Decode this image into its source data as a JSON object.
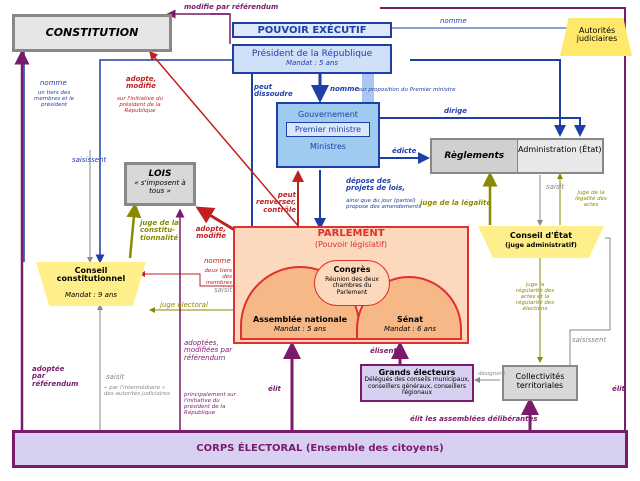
{
  "constitution": {
    "title": "CONSTITUTION"
  },
  "executive": {
    "title": "POUVOIR EXÉCUTIF",
    "president": "Président de la République",
    "president_mandate": "Mandat : 5 ans",
    "government": "Gouvernement",
    "prime_minister": "Premier ministre",
    "ministers": "Ministres"
  },
  "judicial": {
    "title": "Autorités judiciaires"
  },
  "reglements": {
    "left": "Règlements",
    "right": "Administration (État)"
  },
  "lois": {
    "title": "LOIS",
    "subtitle": "« s'imposent à tous »"
  },
  "conseil_constitutionnel": {
    "title": "Conseil constitutionnel",
    "mandate": "Mandat : 9 ans"
  },
  "conseil_etat": {
    "title": "Conseil d'État",
    "subtitle": "(juge administratif)"
  },
  "parliament": {
    "title": "PARLEMENT",
    "subtitle": "(Pouvoir législatif)",
    "congres_title": "Congrès",
    "congres_desc": "Réunion des deux chambres du Parlement",
    "an_title": "Assemblée nationale",
    "an_mandate": "Mandat : 5 ans",
    "senat_title": "Sénat",
    "senat_mandate": "Mandat : 6 ans"
  },
  "grands_electeurs": {
    "title": "Grands électeurs",
    "desc": "Délégués des conseils municipaux, conseillers généraux, conseillers régionaux"
  },
  "collectivites": {
    "title": "Collectivités territoriales"
  },
  "corps_electoral": {
    "title": "CORPS ÉLECTORAL (Ensemble des citoyens)"
  },
  "labels": {
    "modifie_referendum": "modifie par référendum",
    "nomme_top": "nomme",
    "nomme_left": "nomme",
    "nomme_left_sub": "un tiers des membres et le président",
    "adopte_modifie": "adopte, modifie",
    "adopte_modifie_sub": "sur l'initiative du président de la République",
    "peut_dissoudre": "peut dissoudre",
    "nomme_pm": "nomme",
    "nomme_pm_sub": "sur proposition du Premier ministre",
    "dirige": "dirige",
    "edicte": "édicte",
    "saisissent": "saisissent",
    "peut_renverser": "peut renverser, contrôle",
    "depose": "dépose des projets de lois,",
    "depose_sub": "ainsi que du jour (partiel) propose des amendements",
    "juge_legalite": "juge de la légalité",
    "saisit_right": "saisit",
    "juge_reguliere": "juge de la légalité des actes",
    "juge_constit": "juge de la constitu-tionnalité",
    "adopte_modifie_2": "adopte, modifie",
    "nomme_tiers": "nomme",
    "nomme_tiers_sub": "deux tiers des membres",
    "saisit_mid": "saisit",
    "juge_electoral": "juge électoral",
    "juge_regularite": "juge la régularité des actes et la régularité des élections",
    "saisissent_right": "saisissent",
    "adoptee_referendum": "adoptée par référendum",
    "saisit_bottom": "saisit",
    "saisit_bottom_sub": "« par l'intermédiaire » des autorités judiciaires",
    "adoptees_modifiees": "adoptées, modifiées par référendum",
    "adoptees_modifiees_sub": "principalement sur l'initiative du président de la République",
    "elit_left": "élit",
    "elisent": "élisent",
    "designent": "désignent",
    "elit_assemblees": "élit les assemblées délibérantes",
    "elit_right": "élit"
  },
  "colors": {
    "executive_blue": "#1f3fa8",
    "parliament_red": "#e03030",
    "electoral_purple": "#7a1a6a",
    "judicial_olive": "#8a8a00",
    "grey": "#888888"
  }
}
